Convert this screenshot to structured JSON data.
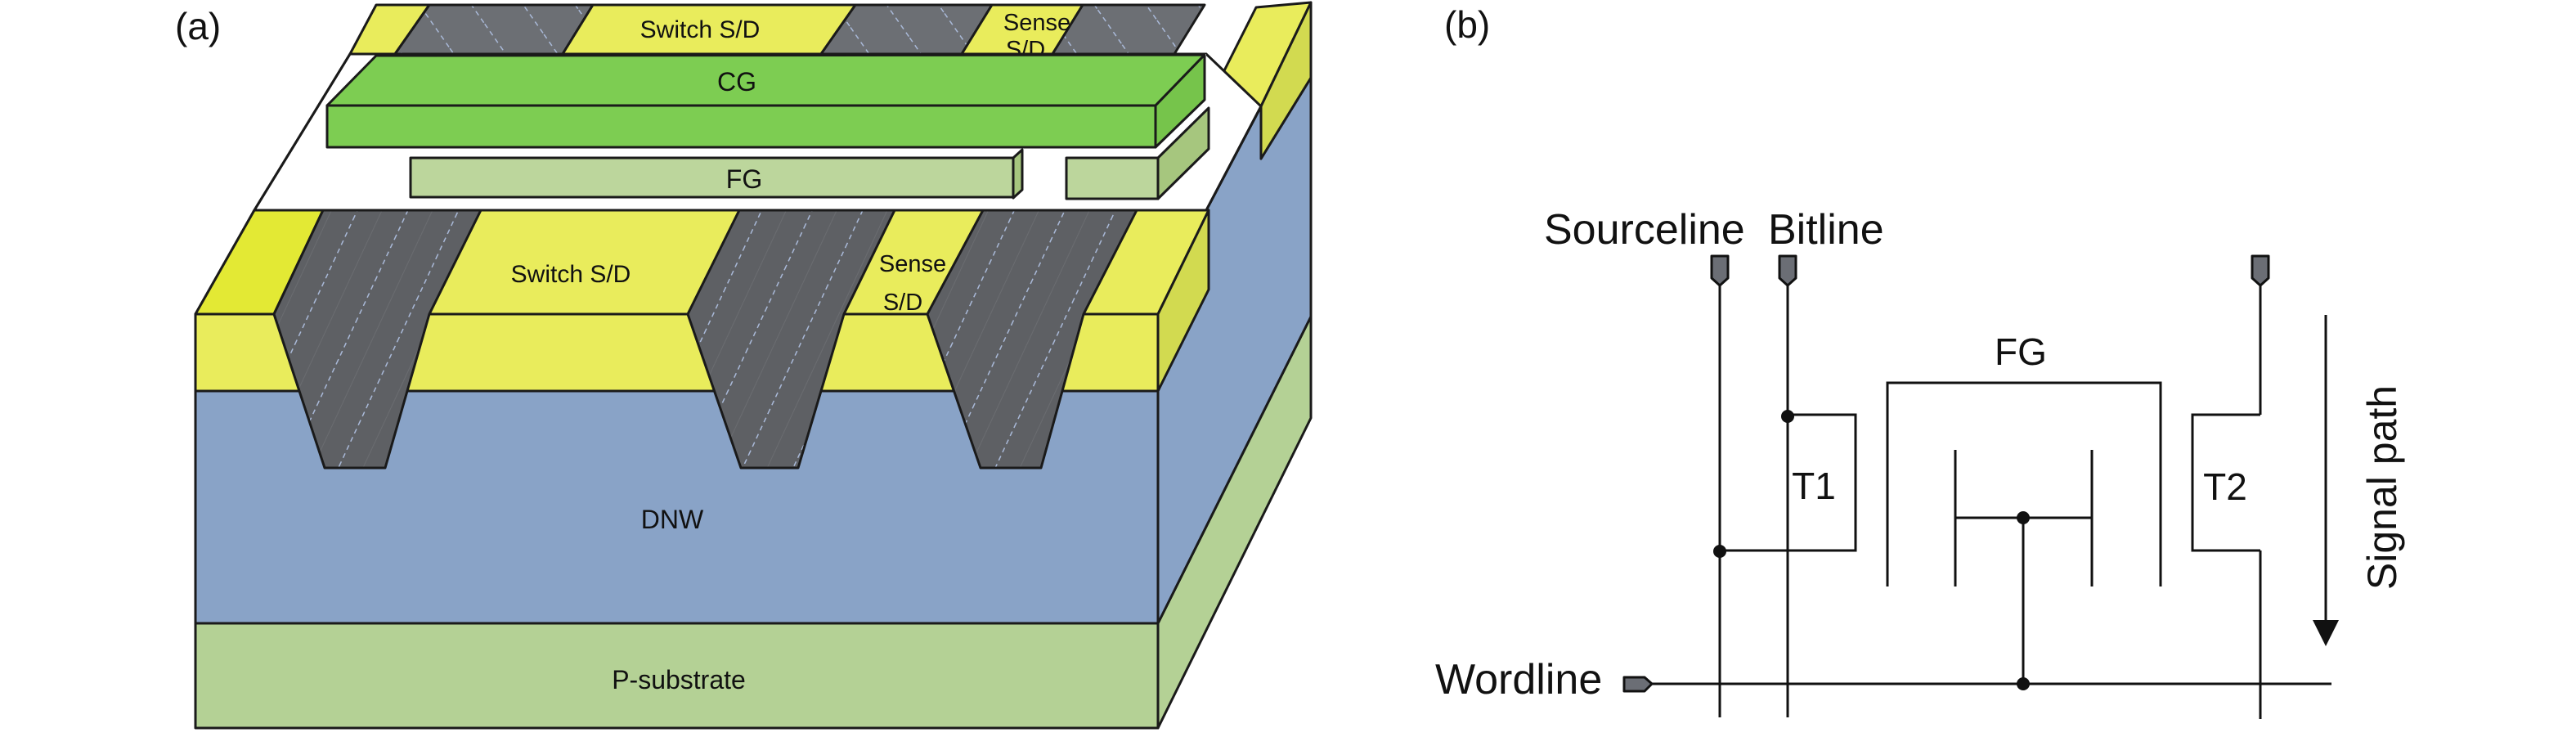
{
  "figure": {
    "panel_a": {
      "label": "(a)",
      "title": "3D cross-section of the flash memory cell",
      "layers": {
        "top_switch_sd": "Switch S/D",
        "top_sense_sd_line1": "Sense",
        "top_sense_sd_line2": "S/D",
        "control_gate": "CG",
        "floating_gate": "FG",
        "switch_sd": "Switch S/D",
        "sense_sd_line1": "Sense",
        "sense_sd_line2": "S/D",
        "deep_n_well": "DNW",
        "substrate": "P-substrate"
      },
      "colors": {
        "sd_yellow": "#e9ec5c",
        "sd_yellow_bright": "#e3e934",
        "sd_yellow_side": "#d2da50",
        "isolation_gray": "#5e6064",
        "isolation_gray_top": "#6c6f74",
        "isolation_stripe": "#a9b9d8",
        "cg_green": "#7dcd52",
        "fg_green": "#bcd69c",
        "fg_green_side": "#a6c67e",
        "dnw_blue": "#89a3c7",
        "substrate_green": "#b4d195",
        "outline": "#1a1a1a"
      }
    },
    "panel_b": {
      "label": "(b)",
      "title": "Circuit schematic",
      "terminals": {
        "sourceline": "Sourceline",
        "bitline": "Bitline",
        "wordline": "Wordline"
      },
      "floating_gate_label": "FG",
      "transistor_1": "T1",
      "transistor_2": "T2",
      "signal_path_label": "Signal path",
      "colors": {
        "wire": "#111111",
        "pin_fill": "#6b6e75"
      }
    }
  }
}
